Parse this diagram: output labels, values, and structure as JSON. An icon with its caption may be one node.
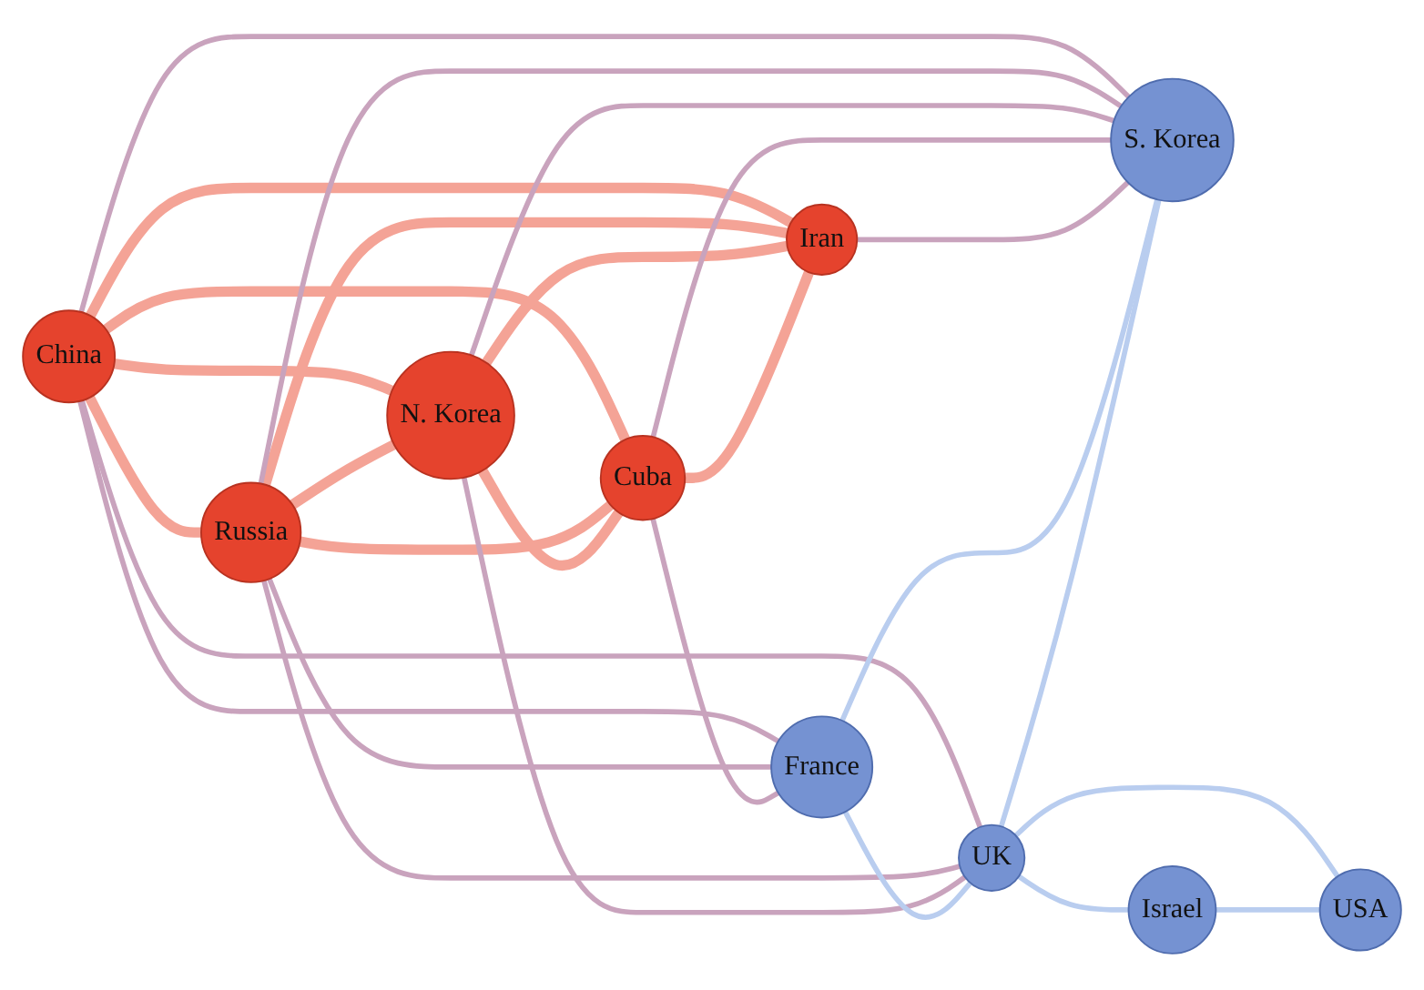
{
  "diagram": {
    "nodes": [
      {
        "text": [
          "China"
        ]
      },
      {
        "text": [
          "France"
        ]
      },
      {
        "text": [
          "UK"
        ]
      },
      {
        "text": [
          "Russia"
        ]
      },
      {
        "text": [
          "N. Korea"
        ]
      },
      {
        "text": [
          "S. Korea"
        ]
      },
      {
        "text": [
          "Israel"
        ]
      },
      {
        "text": [
          "Cuba"
        ]
      },
      {
        "text": [
          "Iran"
        ]
      },
      {
        "text": [
          "USA"
        ]
      }
    ],
    "edges": [
      {
        "from": 0,
        "to": 3,
        "arrow": "none",
        "style": "thick",
        "color": "#f4a396"
      },
      {
        "from": 0,
        "to": 7,
        "arrow": "none",
        "style": "thick",
        "color": "#f4a396"
      },
      {
        "from": 0,
        "to": 8,
        "arrow": "none",
        "style": "thick",
        "color": "#f4a396"
      },
      {
        "from": 0,
        "to": 4,
        "arrow": "none",
        "style": "thick",
        "color": "#f4a396"
      },
      {
        "from": 3,
        "to": 7,
        "arrow": "none",
        "style": "thick",
        "color": "#f4a396"
      },
      {
        "from": 3,
        "to": 4,
        "arrow": "none",
        "style": "thick",
        "color": "#f4a396"
      },
      {
        "from": 3,
        "to": 8,
        "arrow": "none",
        "style": "thick",
        "color": "#f4a396"
      },
      {
        "from": 4,
        "to": 7,
        "arrow": "none",
        "style": "thick",
        "color": "#f4a396"
      },
      {
        "from": 4,
        "to": 8,
        "arrow": "none",
        "style": "thick",
        "color": "#f4a396"
      },
      {
        "from": 7,
        "to": 8,
        "arrow": "none",
        "style": "thick",
        "color": "#f4a396"
      },
      {
        "from": 0,
        "to": 1,
        "arrow": "none",
        "color": "#c9a3bd"
      },
      {
        "from": 0,
        "to": 2,
        "arrow": "none",
        "color": "#c9a3bd"
      },
      {
        "from": 0,
        "to": 5,
        "arrow": "none",
        "color": "#c9a3bd"
      },
      {
        "from": 3,
        "to": 1,
        "arrow": "none",
        "color": "#c9a3bd"
      },
      {
        "from": 3,
        "to": 2,
        "arrow": "none",
        "color": "#c9a3bd"
      },
      {
        "from": 3,
        "to": 5,
        "arrow": "none",
        "color": "#c9a3bd"
      },
      {
        "from": 4,
        "to": 5,
        "arrow": "none",
        "color": "#c9a3bd"
      },
      {
        "from": 4,
        "to": 2,
        "arrow": "none",
        "color": "#c9a3bd"
      },
      {
        "from": 7,
        "to": 1,
        "arrow": "none",
        "color": "#c9a3bd"
      },
      {
        "from": 7,
        "to": 5,
        "arrow": "none",
        "color": "#c9a3bd"
      },
      {
        "from": 8,
        "to": 5,
        "arrow": "none",
        "color": "#c9a3bd"
      },
      {
        "from": 1,
        "to": 2,
        "arrow": "none",
        "color": "#b9cdef"
      },
      {
        "from": 1,
        "to": 5,
        "arrow": "none",
        "color": "#b9cdef"
      },
      {
        "from": 2,
        "to": 5,
        "arrow": "none",
        "color": "#b9cdef"
      },
      {
        "from": 2,
        "to": 9,
        "arrow": "none",
        "color": "#b9cdef"
      },
      {
        "from": 2,
        "to": 6,
        "arrow": "none",
        "color": "#b9cdef"
      },
      {
        "from": 6,
        "to": 9,
        "arrow": "none",
        "color": "#b9cdef"
      }
    ]
  }
}
